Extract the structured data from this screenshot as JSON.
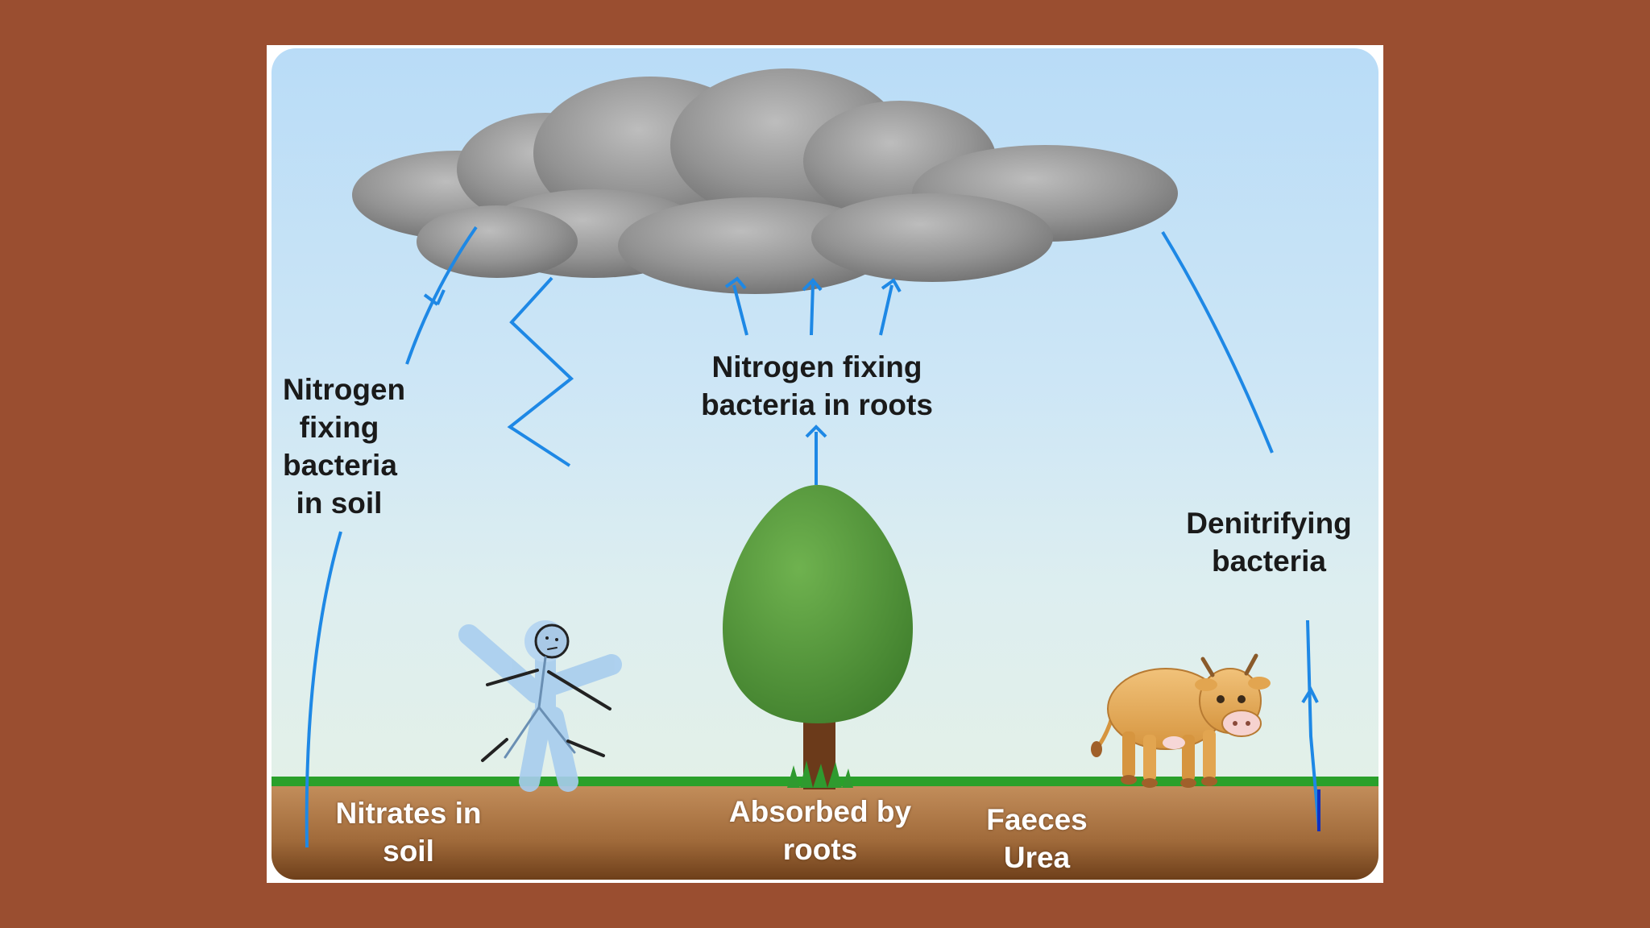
{
  "diagram": {
    "labels": {
      "fixing_soil": [
        "Nitrogen",
        "fixing",
        "bacteria",
        "in soil"
      ],
      "fixing_roots": [
        "Nitrogen fixing",
        "bacteria in roots"
      ],
      "denitrifying": [
        "Denitrifying",
        "bacteria"
      ],
      "nitrates": [
        "Nitrates in",
        "soil"
      ],
      "absorbed": [
        "Absorbed by",
        "roots"
      ],
      "faeces": [
        "Faeces",
        "Urea"
      ]
    },
    "colors": {
      "background": "#9a4e30",
      "sky_top": "#b9dcf7",
      "arrow": "#1e88e5",
      "cloud": "#8f8f8f",
      "tree": "#4f9a3a",
      "trunk": "#6b3a1a",
      "grass": "#2aa02a",
      "soil": "#b07a4a"
    },
    "icons": [
      "storm-cloud-icon",
      "lightning-icon",
      "tree-icon",
      "person-icon",
      "cow-icon"
    ]
  }
}
